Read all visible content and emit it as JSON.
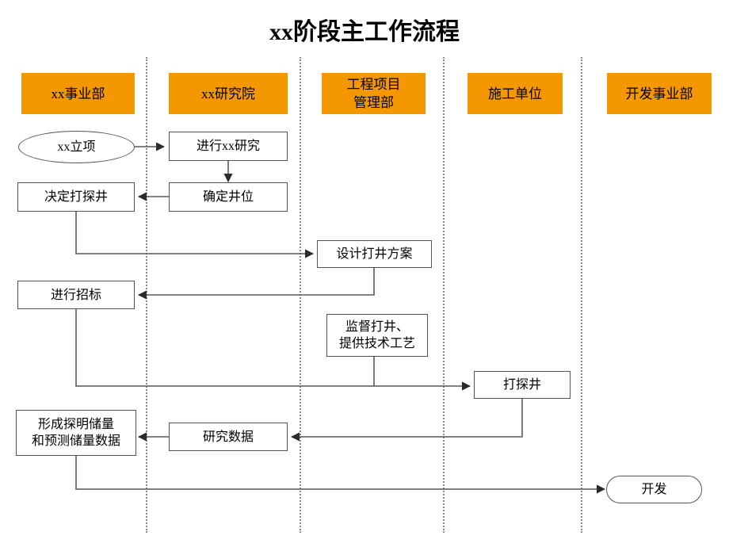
{
  "title": "xx阶段主工作流程",
  "theme": {
    "header_fill": "#f39800",
    "node_border": "#545454",
    "node_fill": "#ffffff",
    "line_color": "#595959",
    "separator_color": "#8a8a8a",
    "text_color": "#000000"
  },
  "lanes": [
    {
      "id": "lane-business-unit",
      "label": "xx事业部"
    },
    {
      "id": "lane-research",
      "label": "xx研究院"
    },
    {
      "id": "lane-project-mgmt",
      "label": "工程项目\n管理部"
    },
    {
      "id": "lane-construction",
      "label": "施工单位"
    },
    {
      "id": "lane-development",
      "label": "开发事业部"
    }
  ],
  "nodes": [
    {
      "id": "node-project-setup",
      "label": "xx立项",
      "shape": "ellipse",
      "lane": 0
    },
    {
      "id": "node-conduct-research",
      "label": "进行xx研究",
      "shape": "rect",
      "lane": 1
    },
    {
      "id": "node-decide-well",
      "label": "决定打探井",
      "shape": "rect",
      "lane": 0
    },
    {
      "id": "node-confirm-well-site",
      "label": "确定井位",
      "shape": "rect",
      "lane": 1
    },
    {
      "id": "node-design-plan",
      "label": "设计打井方案",
      "shape": "rect",
      "lane": 2
    },
    {
      "id": "node-tender",
      "label": "进行招标",
      "shape": "rect",
      "lane": 0
    },
    {
      "id": "node-supervise",
      "label": "监督打井、\n提供技术工艺",
      "shape": "rect",
      "lane": 2
    },
    {
      "id": "node-drill-well",
      "label": "打探井",
      "shape": "rect",
      "lane": 3
    },
    {
      "id": "node-reserves-data",
      "label": "形成探明储量\n和预测储量数据",
      "shape": "rect",
      "lane": 0
    },
    {
      "id": "node-research-data",
      "label": "研究数据",
      "shape": "rect",
      "lane": 1
    },
    {
      "id": "node-development",
      "label": "开发",
      "shape": "stadium",
      "lane": 4
    }
  ],
  "flows": [
    {
      "from": "node-project-setup",
      "to": "node-conduct-research"
    },
    {
      "from": "node-conduct-research",
      "to": "node-confirm-well-site"
    },
    {
      "from": "node-confirm-well-site",
      "to": "node-decide-well"
    },
    {
      "from": "node-decide-well",
      "to": "node-design-plan"
    },
    {
      "from": "node-design-plan",
      "to": "node-tender"
    },
    {
      "from": "node-tender",
      "to": "node-drill-well"
    },
    {
      "from": "node-supervise",
      "to": "node-drill-well"
    },
    {
      "from": "node-drill-well",
      "to": "node-research-data"
    },
    {
      "from": "node-research-data",
      "to": "node-reserves-data"
    },
    {
      "from": "node-reserves-data",
      "to": "node-development"
    }
  ]
}
